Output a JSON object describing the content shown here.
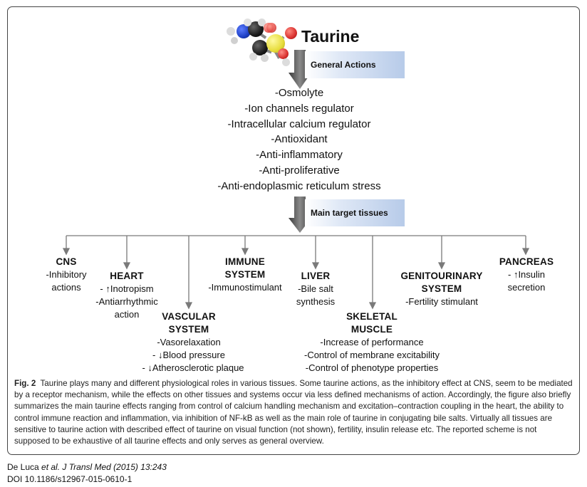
{
  "title": "Taurine",
  "banners": {
    "general": "General Actions",
    "tissues": "Main target tissues"
  },
  "general_actions": [
    "-Osmolyte",
    "-Ion channels regulator",
    "-Intracellular calcium regulator",
    "-Antioxidant",
    "-Anti-inflammatory",
    "-Anti-proliferative",
    "-Anti-endoplasmic reticulum stress"
  ],
  "tissues": {
    "cns": {
      "name": "CNS",
      "effects": [
        "-Inhibitory",
        "actions"
      ]
    },
    "heart": {
      "name": "HEART",
      "effects": [
        "Inotropism",
        "-Antiarrhythmic",
        "action"
      ],
      "prefix": "- "
    },
    "vascular": {
      "name1": "VASCULAR",
      "name2": "SYSTEM",
      "effects": [
        "-Vasorelaxation",
        "Blood pressure",
        "Atherosclerotic plaque"
      ],
      "prefix": "- "
    },
    "immune": {
      "name1": "IMMUNE",
      "name2": "SYSTEM",
      "effects": [
        "-Immunostimulant"
      ]
    },
    "liver": {
      "name": "LIVER",
      "effects": [
        "-Bile salt",
        "synthesis"
      ]
    },
    "skeletal": {
      "name1": "SKELETAL",
      "name2": "MUSCLE",
      "effects": [
        "-Increase of performance",
        "-Control of membrane excitability",
        "-Control of phenotype properties"
      ]
    },
    "genitourinary": {
      "name1": "GENITOURINARY",
      "name2": "SYSTEM",
      "effects": [
        "-Fertility stimulant"
      ]
    },
    "pancreas": {
      "name": "PANCREAS",
      "effects": [
        "Insulin",
        "secretion"
      ],
      "prefix": "- "
    }
  },
  "caption": {
    "label": "Fig. 2",
    "text": "Taurine plays many and different physiological roles in various tissues. Some taurine actions, as the inhibitory effect at CNS, seem to be mediated by a receptor mechanism, while the effects on other tissues and systems occur via less defined mechanisms of action. Accordingly, the figure also briefly summarizes the main taurine effects ranging from control of calcium handling mechanism and excitation–contraction coupling in the heart, the ability to control immune reaction and inflammation, via inhibition of NF-kB as well as the main role of taurine in conjugating bile salts. Virtually all tissues are sensitive to taurine action with described effect of taurine on visual function (not shown), fertility, insulin release etc. The reported scheme is not supposed to be exhaustive of all taurine effects and only serves as general overview."
  },
  "citation": {
    "authors": "De Luca ",
    "etal": "et al. J Transl Med",
    "volume": " (2015) 13:243",
    "doi": "DOI 10.1186/s12967-015-0610-1"
  },
  "colors": {
    "carbon": "#1a1a1a",
    "nitrogen": "#1d3fc4",
    "oxygen": "#d9312f",
    "sulfur": "#e6dc3a",
    "hydrogen": "#d8d8d8",
    "banner_end": "#b7cbe9",
    "arrow": "#5a5a5a"
  }
}
